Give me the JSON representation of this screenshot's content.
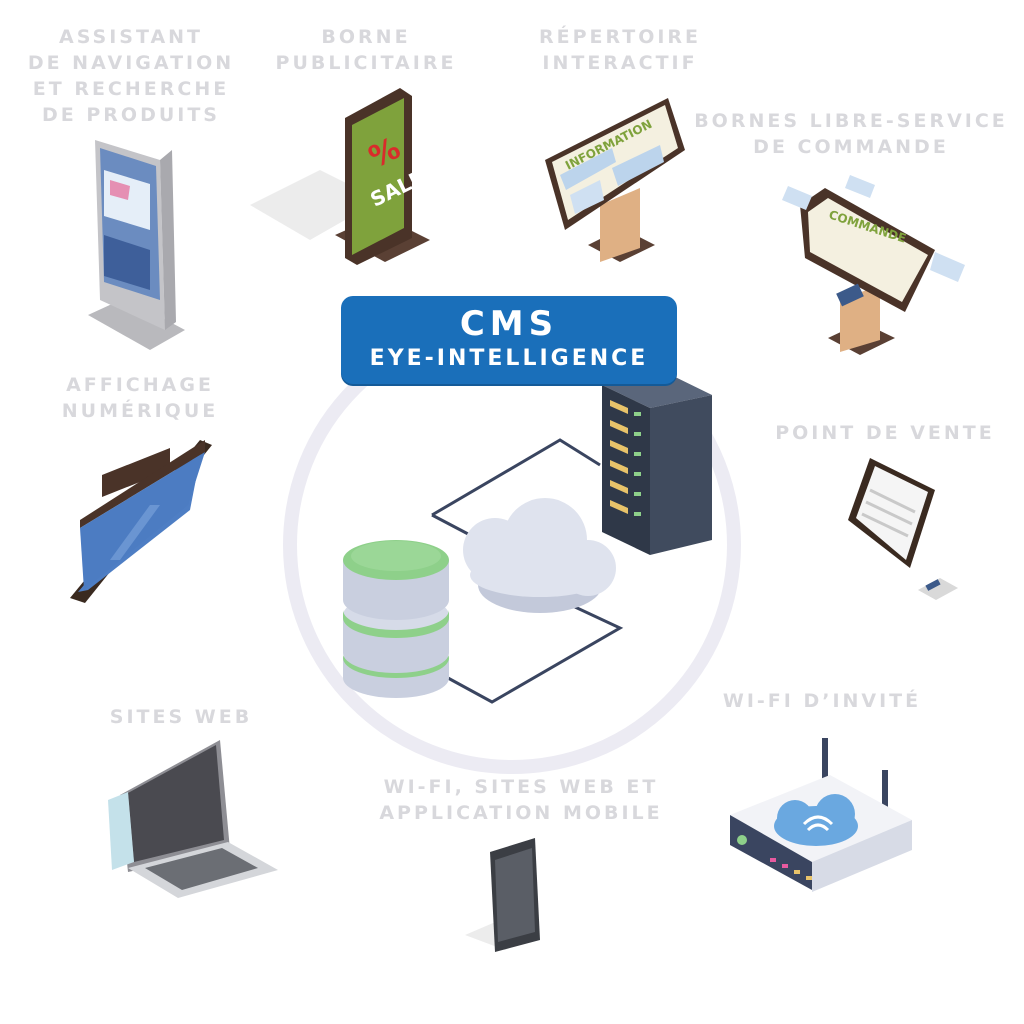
{
  "center": {
    "title": "CMS",
    "subtitle": "EYE-INTELLIGENCE"
  },
  "devices": [
    {
      "label_lines": [
        "ASSISTANT",
        "DE NAVIGATION",
        "ET RECHERCHE",
        "DE PRODUITS"
      ],
      "icon": "wayfinding-kiosk-icon"
    },
    {
      "label_lines": [
        "BORNE",
        "PUBLICITAIRE"
      ],
      "icon": "advertising-kiosk-icon",
      "screen_text": "SALE",
      "screen_symbol": "%"
    },
    {
      "label_lines": [
        "RÉPERTOIRE",
        "INTERACTIF"
      ],
      "icon": "interactive-directory-icon",
      "screen_text": "INFORMATION"
    },
    {
      "label_lines": [
        "BORNES LIBRE-SERVICE",
        "DE COMMANDE"
      ],
      "icon": "ordering-kiosk-icon",
      "screen_text": "COMMANDE"
    },
    {
      "label_lines": [
        "AFFICHAGE",
        "NUMÉRIQUE"
      ],
      "icon": "digital-display-icon"
    },
    {
      "label_lines": [
        "POINT DE VENTE"
      ],
      "icon": "point-of-sale-icon"
    },
    {
      "label_lines": [
        "SITES WEB"
      ],
      "icon": "laptop-icon"
    },
    {
      "label_lines": [
        "WI-FI, SITES WEB ET",
        "APPLICATION MOBILE"
      ],
      "icon": "smartphone-icon"
    },
    {
      "label_lines": [
        "WI-FI D’INVITÉ"
      ],
      "icon": "wifi-router-icon"
    }
  ],
  "colors": {
    "accent": "#1a6fba",
    "label": "#d8d8dc",
    "ring": "#ecebf3",
    "database_green": "#8ed08a",
    "server": "#3f4a5c",
    "cloud": "#dfe3ee"
  }
}
